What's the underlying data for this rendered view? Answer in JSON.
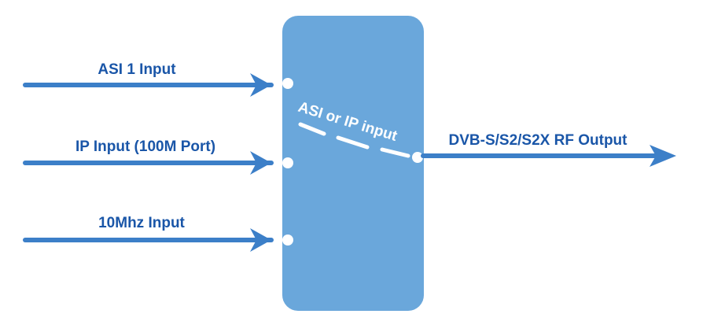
{
  "colors": {
    "block_fill": "#6aa7db",
    "line": "#3c7fc8",
    "label_text": "#1a56a8",
    "port_fill": "#ffffff",
    "on_block_text": "#ffffff"
  },
  "inputs": [
    {
      "label": "ASI 1 Input"
    },
    {
      "label": "IP Input (100M Port)"
    },
    {
      "label": "10Mhz Input"
    }
  ],
  "switch": {
    "label": "ASI or IP input"
  },
  "output": {
    "label": "DVB-S/S2/S2X RF Output"
  }
}
